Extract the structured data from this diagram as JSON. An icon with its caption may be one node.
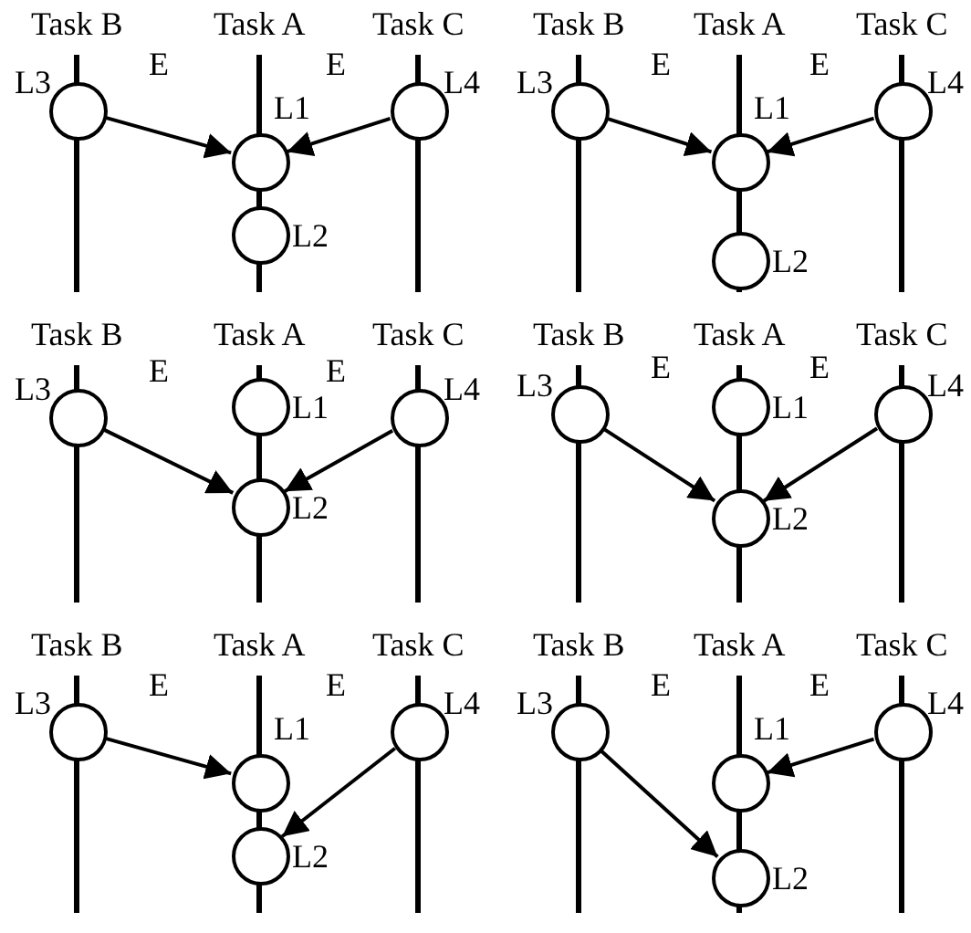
{
  "diagram": {
    "nodes": [
      {
        "text": [],
        "shape": "circle",
        "beside": [
          "L3"
        ]
      },
      {
        "text": [],
        "shape": "circle",
        "beside": [
          "L1"
        ]
      },
      {
        "text": [],
        "shape": "circle",
        "beside": [
          "L4"
        ]
      },
      {
        "text": [],
        "shape": "circle",
        "beside": [
          "L2"
        ]
      },
      {
        "text": [],
        "shape": "circle",
        "beside": [
          "L3"
        ]
      },
      {
        "text": [],
        "shape": "circle",
        "beside": [
          "L1"
        ]
      },
      {
        "text": [],
        "shape": "circle",
        "beside": [
          "L4"
        ]
      },
      {
        "text": [],
        "shape": "circle",
        "beside": [
          "L2"
        ]
      },
      {
        "text": [],
        "shape": "circle",
        "beside": [
          "L3"
        ]
      },
      {
        "text": [],
        "shape": "circle",
        "beside": [
          "L1"
        ]
      },
      {
        "text": [],
        "shape": "circle",
        "beside": [
          "L4"
        ]
      },
      {
        "text": [],
        "shape": "circle",
        "beside": [
          "L2"
        ]
      },
      {
        "text": [],
        "shape": "circle",
        "beside": [
          "L3"
        ]
      },
      {
        "text": [],
        "shape": "circle",
        "beside": [
          "L1"
        ]
      },
      {
        "text": [],
        "shape": "circle",
        "beside": [
          "L4"
        ]
      },
      {
        "text": [],
        "shape": "circle",
        "beside": [
          "L2"
        ]
      },
      {
        "text": [],
        "shape": "circle",
        "beside": [
          "L3"
        ]
      },
      {
        "text": [],
        "shape": "circle",
        "beside": [
          "L1"
        ]
      },
      {
        "text": [],
        "shape": "circle",
        "beside": [
          "L4"
        ]
      },
      {
        "text": [],
        "shape": "circle",
        "beside": [
          "L2"
        ]
      },
      {
        "text": [],
        "shape": "circle",
        "beside": [
          "L3"
        ]
      },
      {
        "text": [],
        "shape": "circle",
        "beside": [
          "L1"
        ]
      },
      {
        "text": [],
        "shape": "circle",
        "beside": [
          "L4"
        ]
      },
      {
        "text": [],
        "shape": "circle",
        "beside": [
          "L2"
        ]
      }
    ],
    "edges": [
      {
        "from": 0,
        "to": 1,
        "arrow": "to",
        "label": "E"
      },
      {
        "from": 2,
        "to": 1,
        "arrow": "to",
        "label": "E"
      },
      {
        "from": 4,
        "to": 5,
        "arrow": "to",
        "label": "E"
      },
      {
        "from": 6,
        "to": 5,
        "arrow": "to",
        "label": "E"
      },
      {
        "from": 8,
        "to": 11,
        "arrow": "to",
        "label": "E"
      },
      {
        "from": 10,
        "to": 11,
        "arrow": "to",
        "label": "E"
      },
      {
        "from": 12,
        "to": 15,
        "arrow": "to",
        "label": "E"
      },
      {
        "from": 14,
        "to": 15,
        "arrow": "to",
        "label": "E"
      },
      {
        "from": 16,
        "to": 17,
        "arrow": "to",
        "label": "E"
      },
      {
        "from": 18,
        "to": 19,
        "arrow": "to",
        "label": "E"
      },
      {
        "from": 20,
        "to": 23,
        "arrow": "to",
        "label": "E"
      },
      {
        "from": 22,
        "to": 21,
        "arrow": "to",
        "label": "E"
      }
    ],
    "labels": [
      "Task B",
      "Task A",
      "Task C",
      "Task B",
      "Task A",
      "Task C",
      "Task B",
      "Task A",
      "Task C",
      "Task B",
      "Task A",
      "Task C",
      "Task B",
      "Task A",
      "Task C",
      "Task B",
      "Task A",
      "Task C"
    ]
  }
}
